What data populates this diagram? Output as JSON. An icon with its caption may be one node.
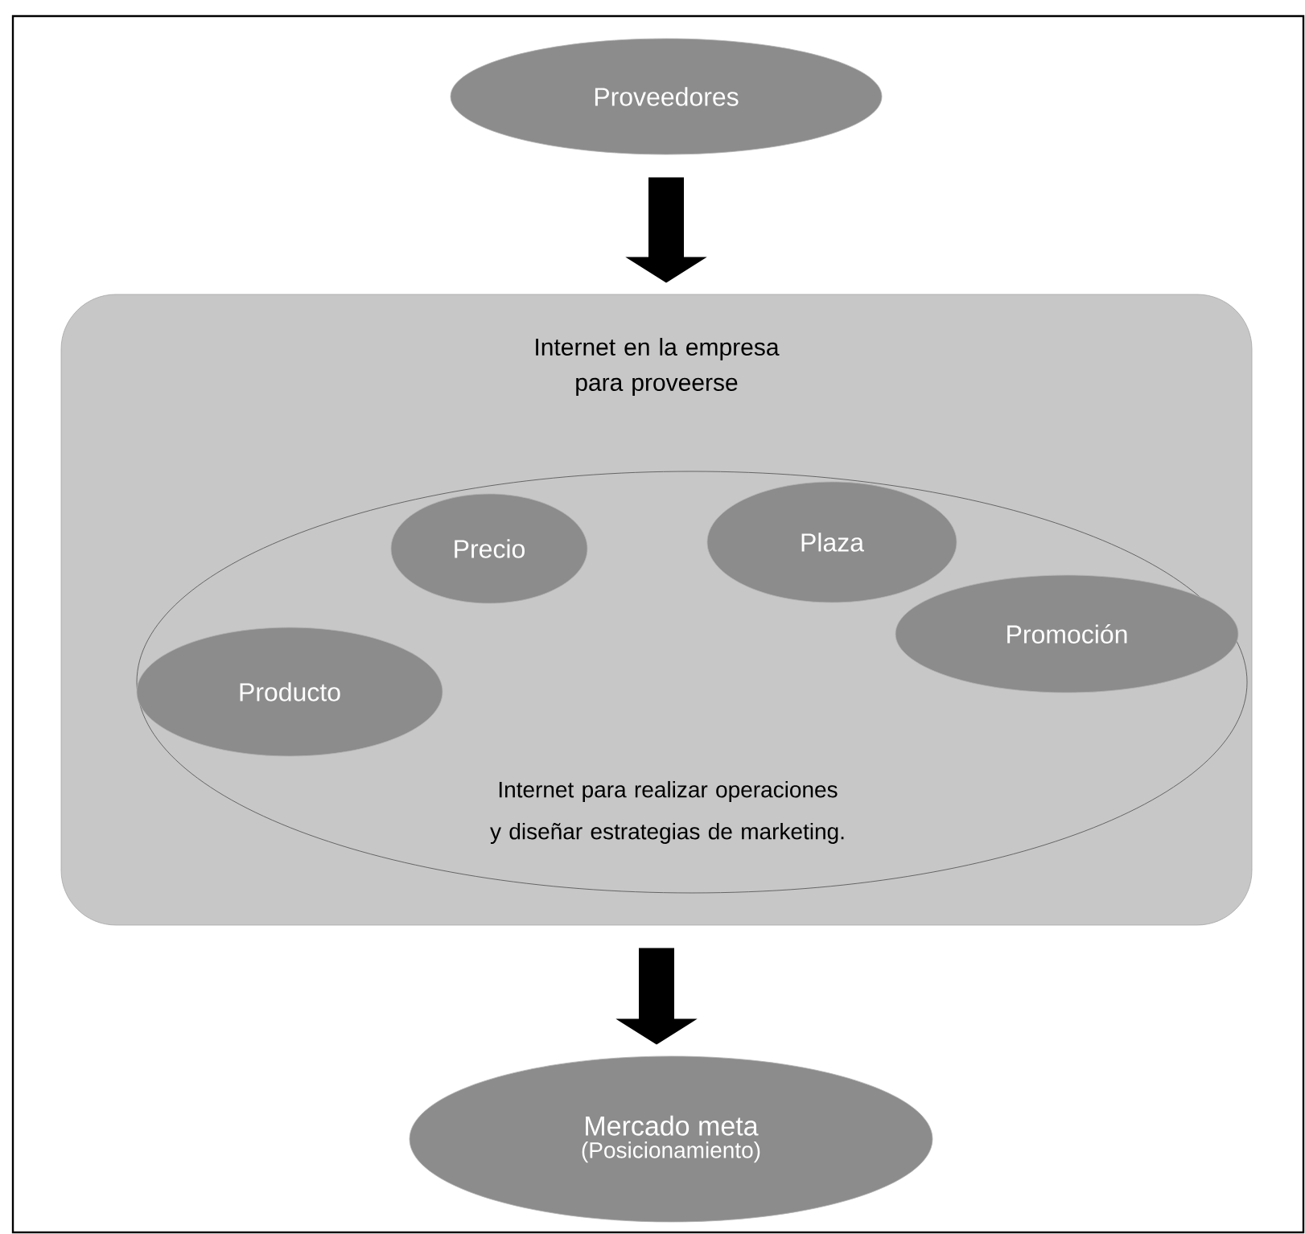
{
  "diagram": {
    "nodes": [
      {
        "text": [
          "Proveedores"
        ]
      },
      {
        "text": [
          "Internet en la empresa para proveerse"
        ]
      },
      {
        "text": [
          "Internet para realizar operaciones y diseñar estrategias de marketing."
        ],
        "in": 1
      },
      {
        "text": [
          "Precio"
        ],
        "in": 2
      },
      {
        "text": [
          "Plaza"
        ],
        "in": 2
      },
      {
        "text": [
          "Promoción"
        ],
        "in": 2
      },
      {
        "text": [
          "Producto"
        ],
        "in": 2
      },
      {
        "text": [
          "Mercado meta",
          "(Posicionamiento)"
        ]
      }
    ],
    "edges": [
      {
        "from": 0,
        "to": 1,
        "arrow": "to"
      },
      {
        "from": 1,
        "to": 7,
        "arrow": "to"
      }
    ]
  }
}
